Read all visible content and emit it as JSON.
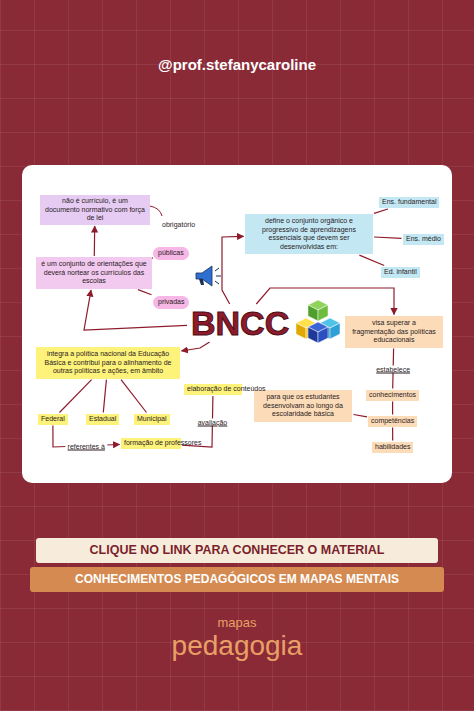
{
  "diagram": {
    "title": "@prof.stefanycaroline",
    "nodes": [
      {
        "text": [
          "BNCC"
        ]
      },
      {
        "text": [
          "não é currículo, é um documento normativo com força de lei"
        ]
      },
      {
        "text": [
          "é um conjunto de orientações que deverá nortear os currículos das escolas"
        ]
      },
      {
        "text": [
          "públicas"
        ]
      },
      {
        "text": [
          "privadas"
        ]
      },
      {
        "text": [
          "define o conjunto orgânico e progressivo de aprendizagens essenciais que devem ser desenvolvidas em:"
        ]
      },
      {
        "text": [
          "Ens. fundamental"
        ]
      },
      {
        "text": [
          "Ens. médio"
        ]
      },
      {
        "text": [
          "Ed. infantil"
        ]
      },
      {
        "text": [
          "visa superar a fragmentação das políticas educacionais"
        ]
      },
      {
        "text": [
          "conhecimentos"
        ]
      },
      {
        "text": [
          "competências"
        ]
      },
      {
        "text": [
          "habilidades"
        ]
      },
      {
        "text": [
          "para que os estudantes desenvolvam ao longo da escolaridade básica"
        ]
      },
      {
        "text": [
          "integra a política nacional da Educação Básica e contribui para o alinhamento de outras políticas e ações, em âmbito"
        ]
      },
      {
        "text": [
          "Federal"
        ]
      },
      {
        "text": [
          "Estadual"
        ]
      },
      {
        "text": [
          "Municipal"
        ]
      },
      {
        "text": [
          "formação de professores"
        ]
      },
      {
        "text": [
          "elaboração de conteúdos"
        ]
      },
      {
        "text": [
          "CLIQUE NO LINK PARA CONHECER O MATERIAL"
        ]
      },
      {
        "text": [
          "CONHECIMENTOS PEDAGÓGICOS EM MAPAS MENTAIS"
        ]
      }
    ],
    "edges": [
      {
        "from": 0,
        "to": 2,
        "arrow": "to"
      },
      {
        "from": 2,
        "to": 1,
        "arrow": "to"
      },
      {
        "from": 2,
        "to": 3,
        "arrow": "none"
      },
      {
        "from": 2,
        "to": 4,
        "arrow": "none"
      },
      {
        "from": 0,
        "to": 5,
        "arrow": "to"
      },
      {
        "from": 5,
        "to": 6,
        "arrow": "none"
      },
      {
        "from": 5,
        "to": 7,
        "arrow": "none"
      },
      {
        "from": 5,
        "to": 8,
        "arrow": "none"
      },
      {
        "from": 0,
        "to": 9,
        "arrow": "to"
      },
      {
        "from": 9,
        "to": 10,
        "label": "estabelece",
        "arrow": "none"
      },
      {
        "from": 10,
        "to": 11,
        "arrow": "none"
      },
      {
        "from": 11,
        "to": 12,
        "arrow": "none"
      },
      {
        "from": 11,
        "to": 13,
        "arrow": "none"
      },
      {
        "from": 0,
        "to": 14,
        "arrow": "to"
      },
      {
        "from": 14,
        "to": 15,
        "arrow": "none"
      },
      {
        "from": 14,
        "to": 16,
        "arrow": "none"
      },
      {
        "from": 14,
        "to": 17,
        "arrow": "none"
      },
      {
        "from": 15,
        "to": 18,
        "label": "referentes à",
        "arrow": "to"
      },
      {
        "from": 18,
        "to": 19,
        "label": "avaliação",
        "arrow": "none"
      }
    ],
    "labels": [
      "obrigatório",
      "mapas",
      "pedagogia"
    ]
  }
}
